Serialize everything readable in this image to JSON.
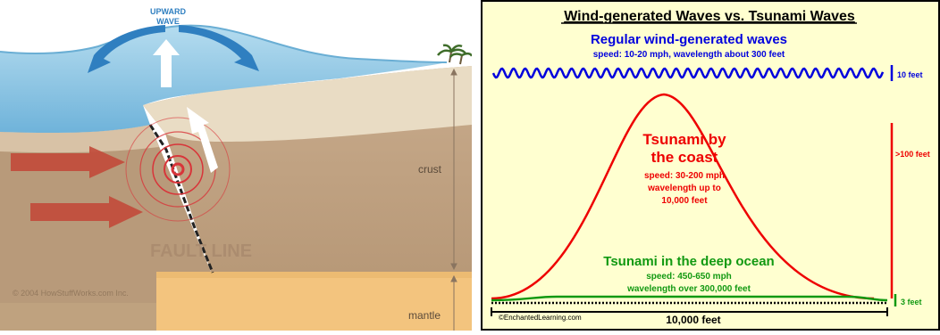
{
  "left_panel": {
    "upward_wave_label_line1": "UPWARD",
    "upward_wave_label_line2": "WAVE",
    "crust_label": "crust",
    "mantle_label": "mantle",
    "fault_line_label": "FAULT LINE",
    "copyright": "© 2004 HowStuffWorks.com Inc.",
    "colors": {
      "sky": "#ffffff",
      "ocean": "#8cc6e4",
      "crust": "#c9ac8c",
      "seabed": "#e9dcc4",
      "mantle": "#f3c47e",
      "push_arrow": "#c24a3a",
      "wave_arrow": "#2f7fc0"
    },
    "icons": [
      "upward-arrow-icon",
      "push-arrow-icon",
      "epicenter-rings-icon",
      "palm-tree-icon"
    ]
  },
  "right_panel": {
    "title": "Wind-generated Waves vs. Tsunami Waves",
    "regular": {
      "title": "Regular wind-generated waves",
      "detail": "speed: 10-20 mph, wavelength about 300 feet",
      "scale_label": "10 feet"
    },
    "coast": {
      "title_line1": "Tsunami by",
      "title_line2": "the coast",
      "speed": "speed: 30-200 mph",
      "wavelength_line1": "wavelength up to",
      "wavelength_line2": "10,000 feet",
      "scale_label": ">100 feet"
    },
    "deep": {
      "title": "Tsunami in the deep ocean",
      "speed": "speed: 450-650 mph",
      "wavelength": "wavelength over 300,000 feet",
      "scale_label": "3 feet"
    },
    "bottom_scale_label": "10,000 feet",
    "copyright": "©EnchantedLearning.com",
    "colors": {
      "background": "#ffffd0",
      "blue": "#0000dd",
      "red": "#ee0000",
      "green": "#119911",
      "black": "#000000"
    }
  }
}
